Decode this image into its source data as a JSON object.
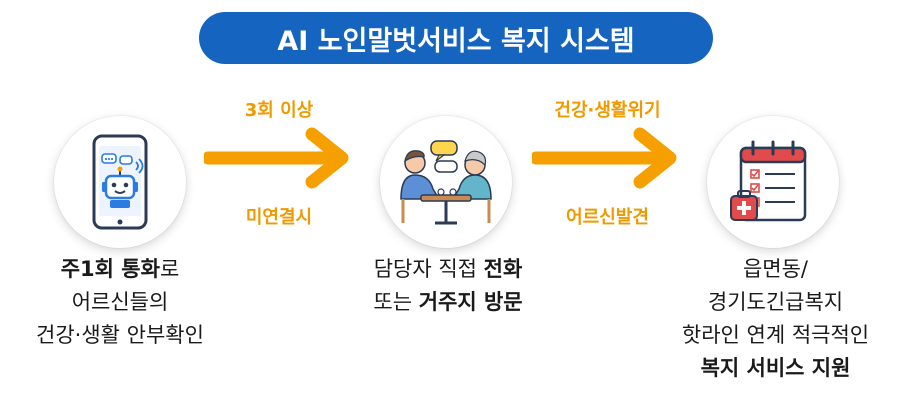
{
  "title": "AI 노인말벗서비스 복지 시스템",
  "steps": [
    {
      "icon": "smartphone-robot-icon",
      "line1_bold": "주1회 통화",
      "line1_rest": "로",
      "line2": "어르신들의",
      "line3": "건강·생활 안부확인"
    },
    {
      "icon": "conversation-people-icon",
      "line1_pre": "담당자 직접 ",
      "line1_bold": "전화",
      "line2_pre": "또는 ",
      "line2_bold": "거주지 방문"
    },
    {
      "icon": "checklist-medical-icon",
      "line1": "읍면동/",
      "line2": "경기도긴급복지",
      "line3": "핫라인 연계 적극적인",
      "line4_bold": "복지 서비스 지원"
    }
  ],
  "transitions": [
    {
      "top_label": "3회 이상",
      "bottom_label": "미연결시"
    },
    {
      "top_label": "건강·생활위기",
      "bottom_label": "어르신발견"
    }
  ],
  "colors": {
    "title_bg": "#1565c0",
    "arrow": "#f5a000",
    "arrow_label": "#f09a00"
  }
}
